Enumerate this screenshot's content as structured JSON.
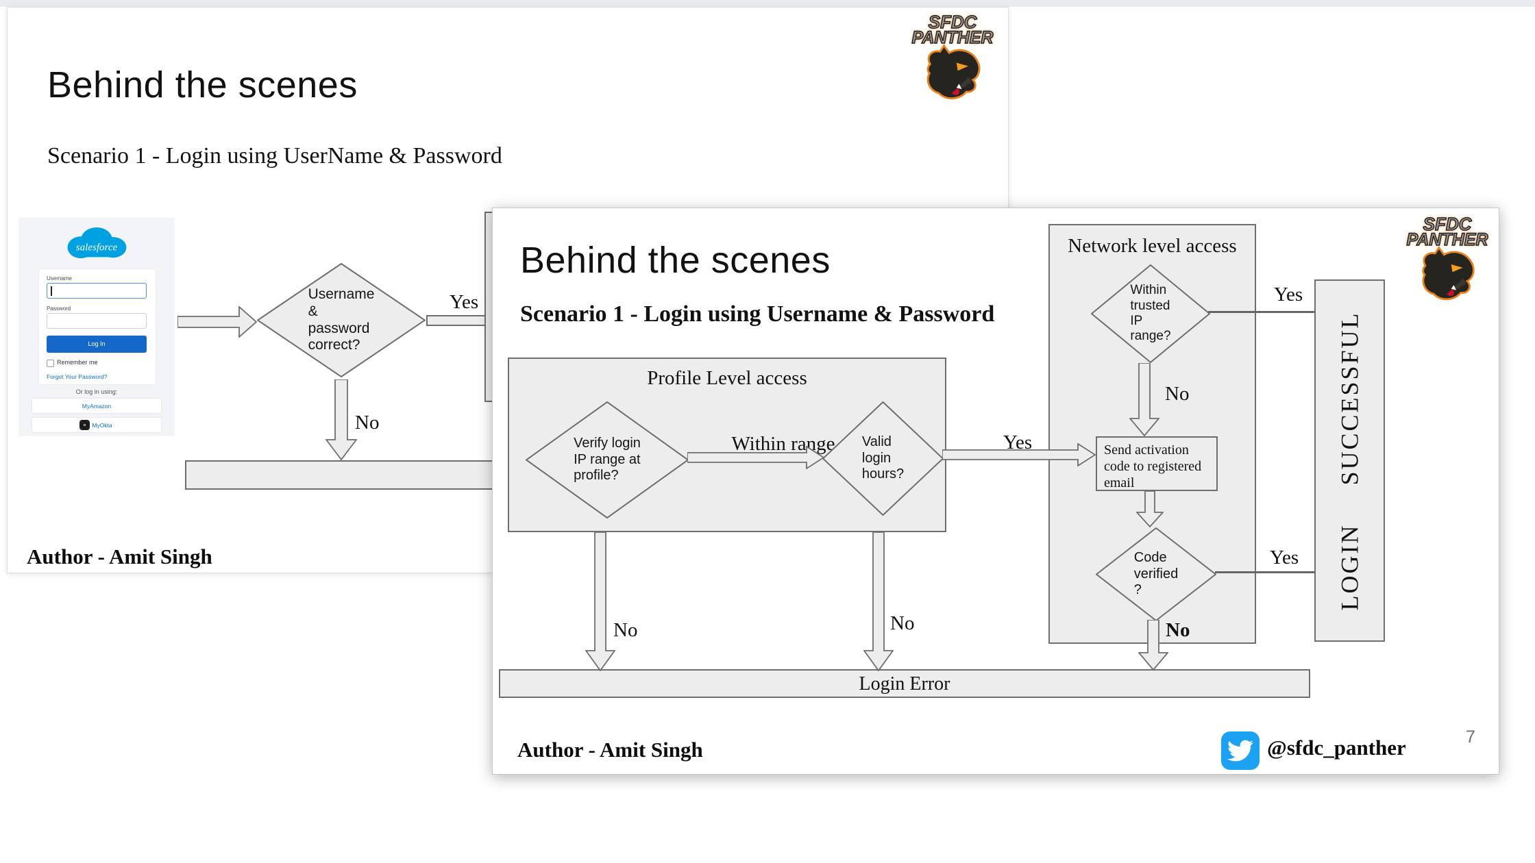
{
  "back_slide": {
    "title": "Behind the scenes",
    "subtitle": "Scenario 1 - Login using UserName & Password",
    "author": "Author - Amit Singh",
    "logo": {
      "word1": "SFDC",
      "word2": "PANTHER"
    },
    "login_mock": {
      "brand": "salesforce",
      "username_label": "Username",
      "password_label": "Password",
      "login_button": "Log In",
      "remember_me": "Remember me",
      "forgot_password": "Forgot Your Password?",
      "or_login_using": "Or log in using:",
      "provider_amazon": "MyAmazon",
      "provider_okta": "MyOkta"
    },
    "flow": {
      "decision_credentials": "Username\n&\npassword\ncorrect?",
      "yes_label": "Yes",
      "no_label": "No"
    }
  },
  "front_slide": {
    "title": "Behind the scenes",
    "subtitle": "Scenario 1 - Login using Username & Password",
    "author": "Author - Amit Singh",
    "twitter_handle": "@sfdc_panther",
    "page_number": "7",
    "logo": {
      "word1": "SFDC",
      "word2": "PANTHER"
    },
    "flow": {
      "profile_box_label": "Profile Level access",
      "decision_verify_ip": "Verify login\nIP range at\nprofile?",
      "within_range_label": "Within range",
      "decision_valid_hours": "Valid\nlogin\nhours?",
      "yes_to_network": "Yes",
      "network_box_label": "Network level access",
      "decision_trusted_ip": "Within\ntrusted\nIP\nrange?",
      "trusted_ip_yes": "Yes",
      "trusted_ip_no": "No",
      "send_code_step": "Send activation\ncode to registered\nemail",
      "decision_code_verified": "Code\nverified\n?",
      "code_verified_yes": "Yes",
      "code_verified_no": "No",
      "profile_no_left": "No",
      "profile_no_right": "No",
      "login_successful": "LOGIN  SUCCESSFUL",
      "login_error": "Login Error"
    }
  },
  "colors": {
    "flow_fill": "#ededed",
    "flow_stroke": "#6e6e6e",
    "twitter_blue": "#1da1f2",
    "salesforce_blue": "#00a1e0",
    "login_button_blue": "#1568c8",
    "link_blue": "#0b6fce"
  }
}
